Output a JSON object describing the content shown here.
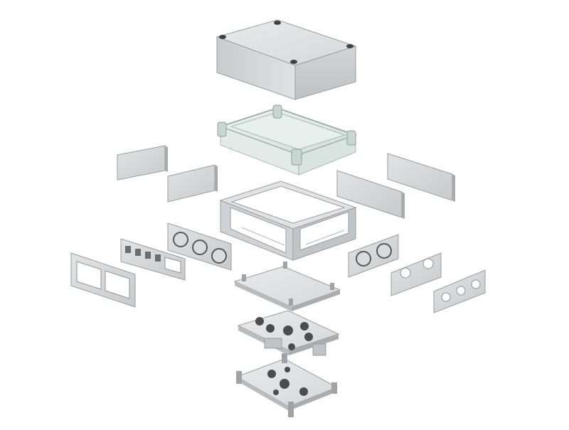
{
  "scene": {
    "description_visible_text": "",
    "colors": {
      "background": "#ffffff",
      "panel_light": "#e4e5e6",
      "panel_mid": "#cfd1d3",
      "panel_dark": "#b4b7ba",
      "edge": "#8f9396",
      "glass": "#dbe7e3",
      "hole_dark": "#4a4d50"
    },
    "parts": [
      "lid",
      "transparent-window-frame",
      "side-panel-blank-left-back",
      "side-panel-blank-left-front",
      "side-panel-blank-right-front",
      "side-panel-blank-right-back",
      "frame-body",
      "panel-three-connectors",
      "panel-rj45-cutouts",
      "panel-two-rect-cutouts",
      "panel-two-connectors",
      "panel-two-holes",
      "panel-three-holes",
      "mounting-plate",
      "din-adapter-plate",
      "base-plate"
    ]
  }
}
